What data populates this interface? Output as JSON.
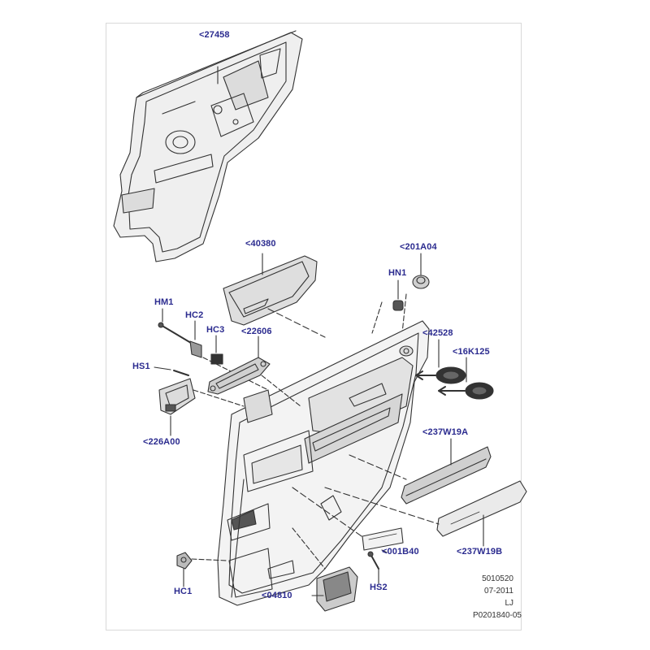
{
  "callouts": {
    "c27458": "<27458",
    "c40380": "<40380",
    "c201A04": "<201A04",
    "cHN1": "HN1",
    "cHM1": "HM1",
    "cHC2": "HC2",
    "cHC3": "HC3",
    "c22606": "<22606",
    "c42528": "<42528",
    "c16K125": "<16K125",
    "cHS1": "HS1",
    "c226A00": "<226A00",
    "c237W19A": "<237W19A",
    "c001B40": "<001B40",
    "c237W19B": "<237W19B",
    "cHC1": "HC1",
    "cHS2": "HS2",
    "c04810": "<04810"
  },
  "footer": {
    "code": "5010520",
    "date": "07-2011",
    "author": "LJ",
    "ref": "P0201840-05"
  },
  "colors": {
    "callout_text": "#2b2b8f",
    "line": "#333333",
    "panel_fill": "#e9e9e9",
    "trim_fill": "#d8d8d8"
  }
}
